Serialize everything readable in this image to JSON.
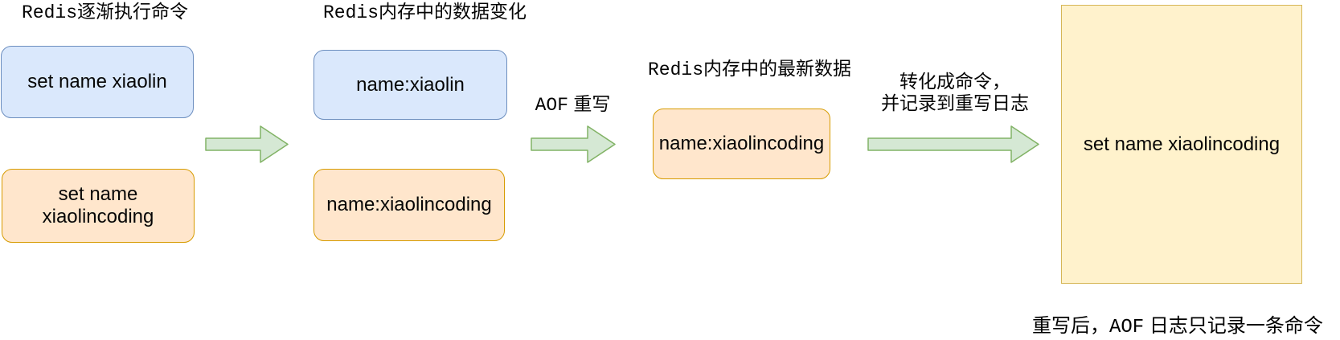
{
  "diagram": {
    "titles": {
      "step_commands": {
        "mono": "Redis",
        "rest": "逐渐执行命令"
      },
      "memory_change": {
        "mono": "Redis",
        "rest": "内存中的数据变化"
      },
      "memory_latest": {
        "mono": "Redis",
        "rest": "内存中的最新数据"
      }
    },
    "boxes": {
      "cmd_set_xiaolin": "set name xiaolin",
      "cmd_set_xiaolincoding": "set name xiaolincoding",
      "mem_name_xiaolin": "name:xiaolin",
      "mem_name_xiaolincoding": "name:xiaolincoding",
      "latest_name_xiaolincoding": "name:xiaolincoding",
      "rewritten_log_command": "set name xiaolincoding"
    },
    "labels": {
      "aof_rewrite": {
        "mono": "AOF",
        "rest": " 重写"
      },
      "convert_line1": "转化成命令，",
      "convert_line2": "并记录到重写日志"
    },
    "caption": {
      "pre": "重写后，",
      "mono": "AOF",
      "post": " 日志只记录一条命令"
    },
    "icons": {
      "flow_arrow": "right-arrow"
    },
    "colors": {
      "blue_fill": "#dae8fc",
      "blue_stroke": "#6c8ebf",
      "orange_fill": "#ffe6cc",
      "orange_stroke": "#d79b00",
      "yellow_fill": "#fff2cc",
      "yellow_stroke": "#d6b656",
      "green_fill": "#d5e8d4",
      "green_stroke": "#82b366"
    }
  }
}
